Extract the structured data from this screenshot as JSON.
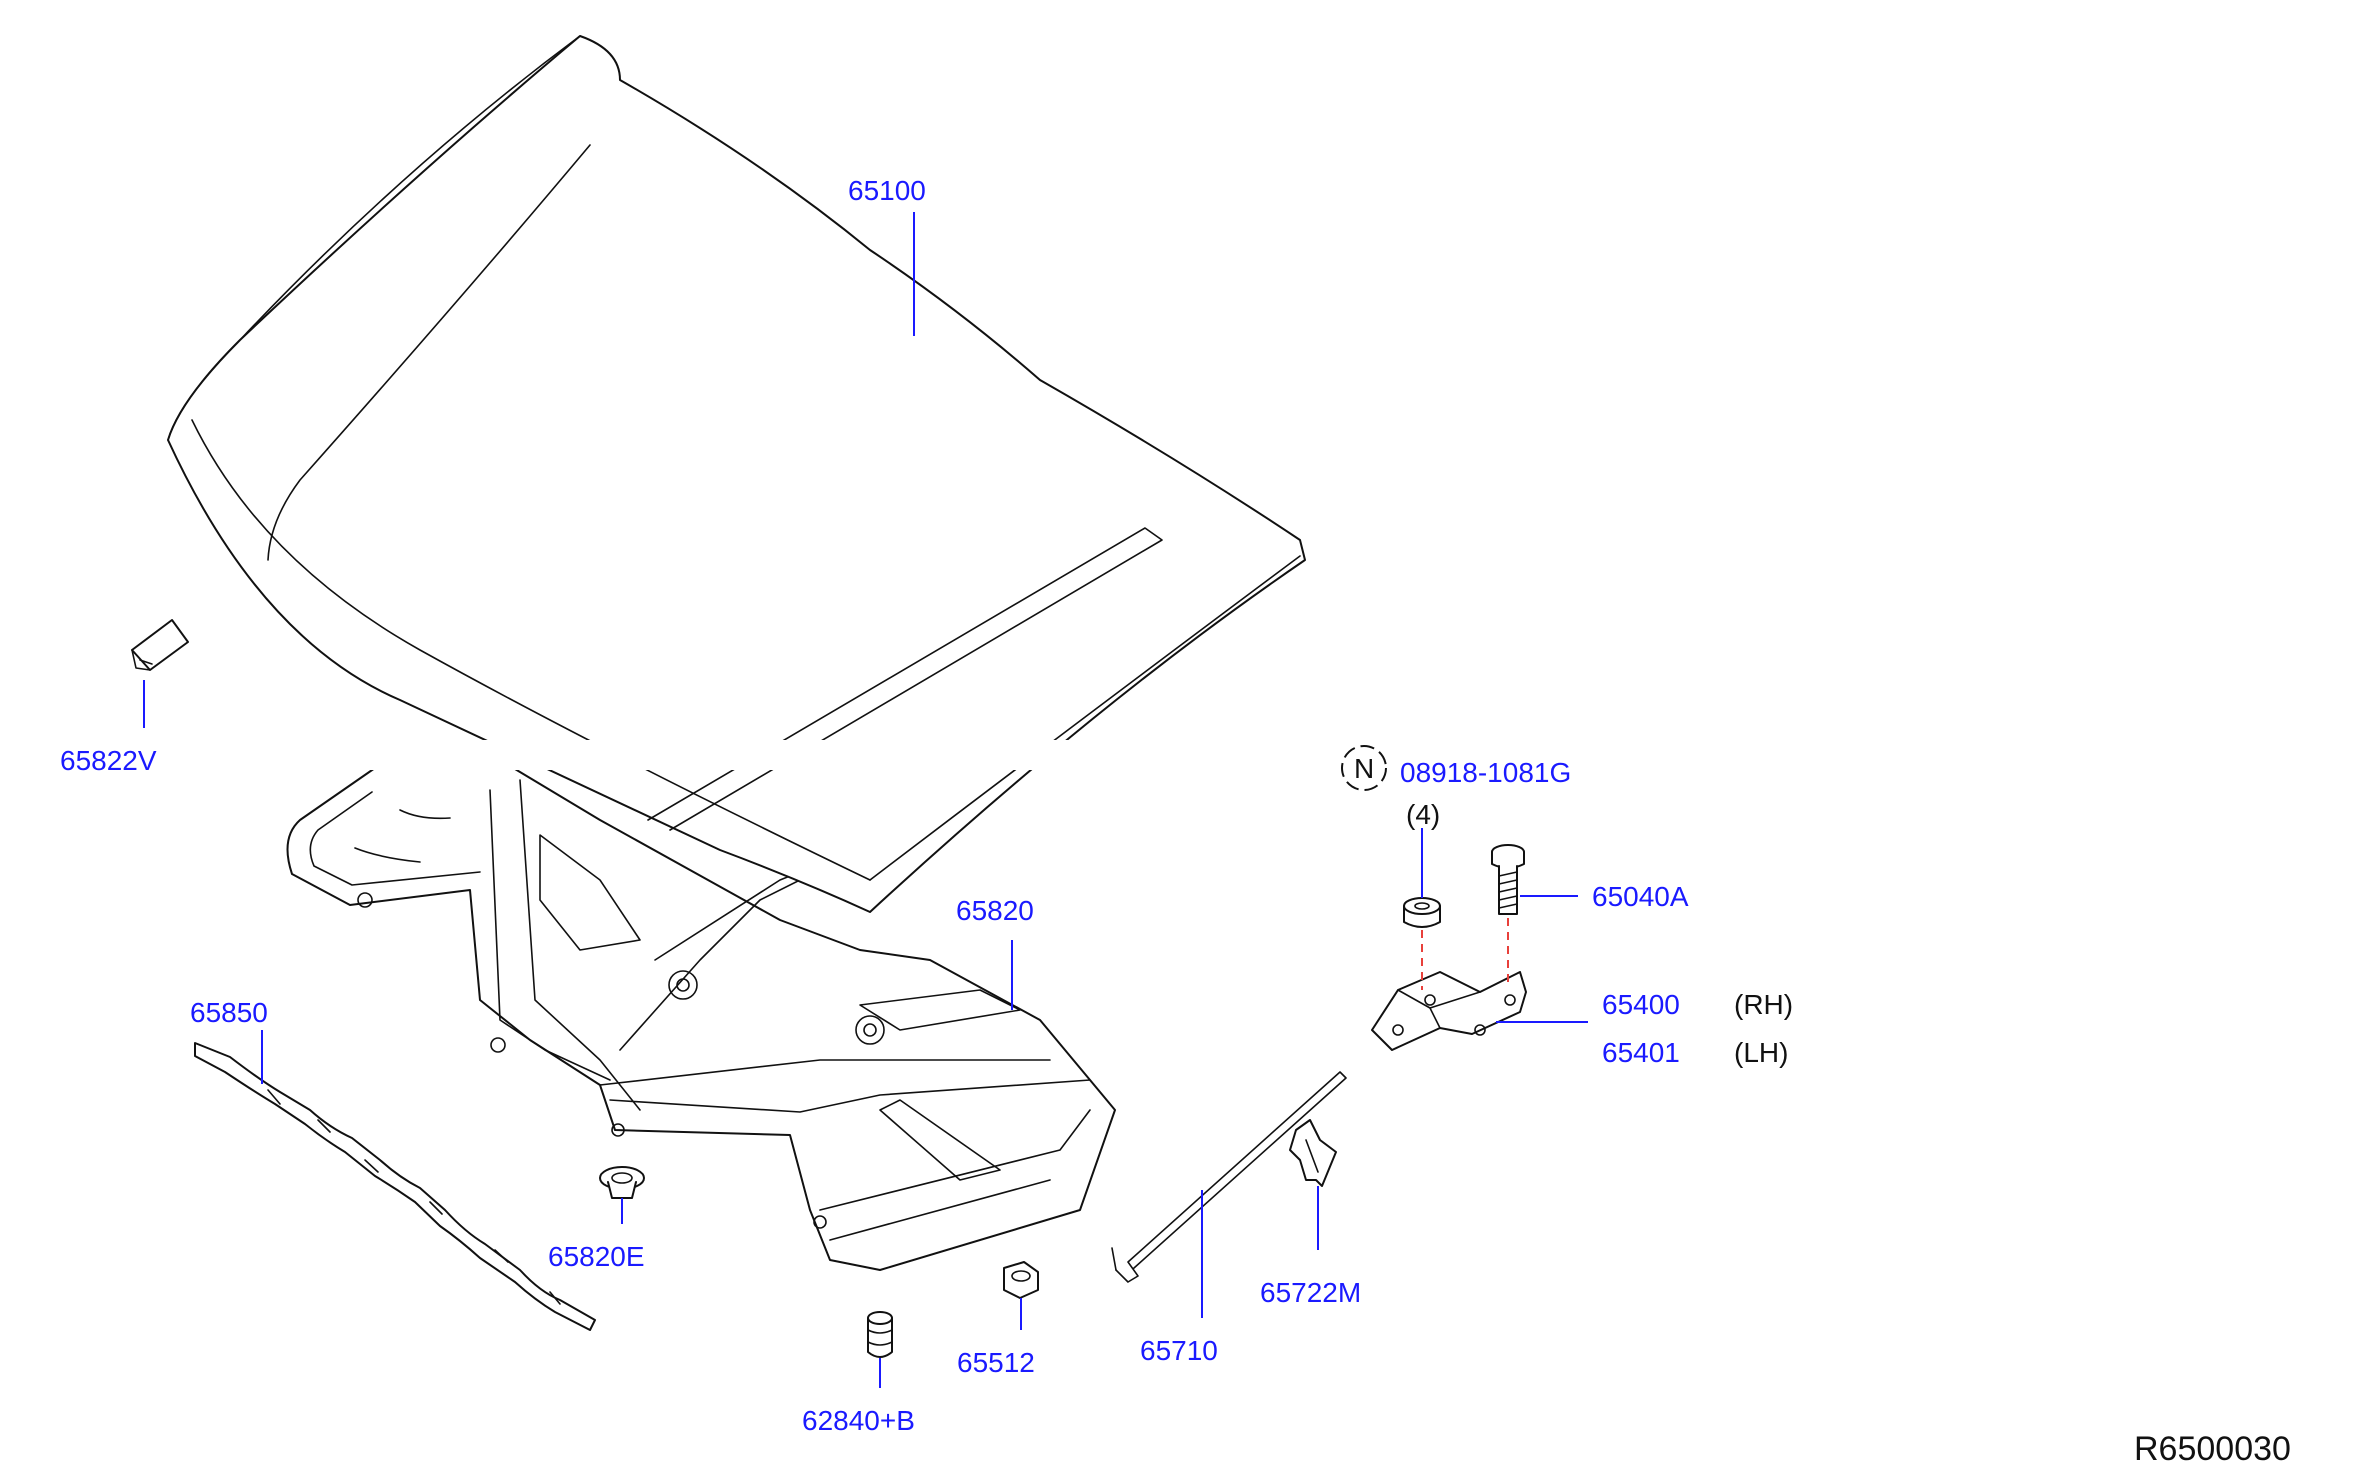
{
  "colors": {
    "label": "#1a1aff",
    "line": "#111111",
    "hidden_line": "#e8403b",
    "background": "#ffffff"
  },
  "labels": {
    "hood": "65100",
    "insulator_clip_a": "65822V",
    "insulator": "65820",
    "seal": "65850",
    "clip_e": "65820E",
    "bumper_rubber": "62840+B",
    "nut": "65512",
    "stay": "65710",
    "stay_clip": "65722M",
    "bolt": "65040A",
    "hinge_rh": "65400",
    "hinge_lh": "65401",
    "hinge_rh_side": "(RH)",
    "hinge_lh_side": "(LH)",
    "nut_std_number": "08918-1081G",
    "nut_std_prefix": "N",
    "nut_qty": "(4)"
  },
  "reference_code": "R6500030"
}
